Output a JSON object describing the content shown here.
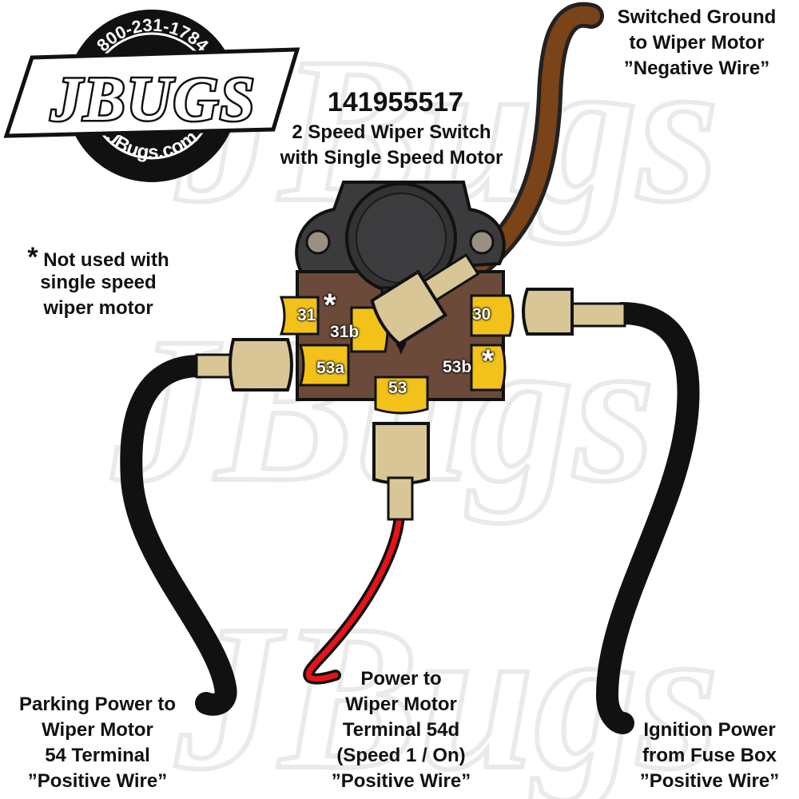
{
  "logo": {
    "phone": "800-231-1784",
    "brand": "JBUGS",
    "website": "JBugs.com",
    "watermark": "JBugs"
  },
  "title": {
    "part_number": "141955517",
    "line1": "2 Speed Wiper Switch",
    "line2": "with Single Speed Motor"
  },
  "note": {
    "asterisk": "*",
    "lines": [
      "Not used with",
      "single speed",
      "wiper motor"
    ]
  },
  "terminals": {
    "t31": "31",
    "t31b": "31b",
    "t30": "30",
    "t53a": "53a",
    "t53b": "53b",
    "t53": "53"
  },
  "labels": {
    "switched_ground": [
      "Switched Ground",
      "to Wiper Motor",
      "”Negative Wire”"
    ],
    "parking_power": [
      "Parking Power to",
      "Wiper Motor",
      "54 Terminal",
      "”Positive Wire”"
    ],
    "power_54d": [
      "Power to",
      "Wiper Motor",
      "Terminal 54d",
      "(Speed 1 / On)",
      "”Positive Wire”"
    ],
    "ignition_power": [
      "Ignition Power",
      "from Fuse Box",
      "”Positive Wire”"
    ]
  },
  "colors": {
    "switch_body": "#6b4a3a",
    "switch_knob": "#333333",
    "terminal_gold": "#f2c21a",
    "connector_tan": "#d8c696",
    "wire_black": "#111111",
    "wire_brown": "#7a4318",
    "wire_red": "#e8121a"
  }
}
